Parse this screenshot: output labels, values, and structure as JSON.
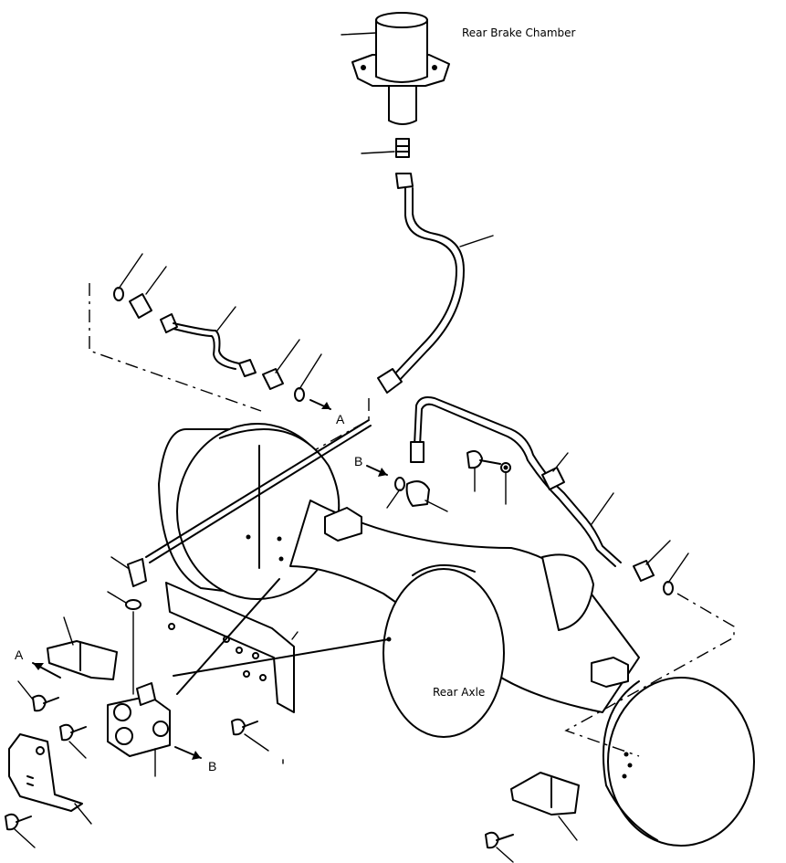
{
  "labels": {
    "rear_brake_chamber": "Rear Brake Chamber",
    "rear_axle": "Rear Axle",
    "ref_a_top": "A",
    "ref_b_mid": "B",
    "ref_a_left": "A",
    "ref_b_bottom": "B"
  }
}
